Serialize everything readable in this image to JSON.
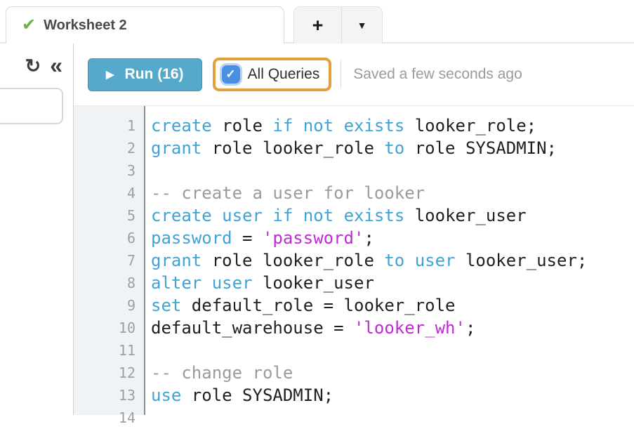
{
  "tab_bar": {
    "worksheet_tab": {
      "label": "Worksheet 2"
    },
    "new_tab_label": "+",
    "tab_menu_label": "▼"
  },
  "icons": {
    "tab_check": "✔",
    "run_play": "▶",
    "checkbox_check": "✓",
    "refresh": "↻",
    "collapse": "«"
  },
  "toolbar": {
    "run_label": "Run (16)",
    "all_queries_label": "All Queries",
    "all_queries_checked": true,
    "saved_status": "Saved a few seconds ago"
  },
  "colors": {
    "run_button": "#56A9CB",
    "run_button_border": "#4792B3",
    "annotation_orange": "#E2A23B",
    "checkbox_blue": "#4A90E2",
    "tab_check_green": "#6FAE47",
    "keyword": "#3FA3D6",
    "string": "#BE2BD2",
    "comment": "#9B9B9B",
    "code_text": "#1F1F1F",
    "gutter_bg": "#EFF3F6",
    "line_number": "#9AA1A6"
  },
  "editor": {
    "lines": [
      {
        "num": "1",
        "tokens": [
          [
            "kw",
            "create"
          ],
          [
            "def",
            " role "
          ],
          [
            "kw",
            "if"
          ],
          [
            "def",
            " "
          ],
          [
            "kw",
            "not"
          ],
          [
            "def",
            " "
          ],
          [
            "kw",
            "exists"
          ],
          [
            "def",
            " looker_role;"
          ]
        ]
      },
      {
        "num": "2",
        "tokens": [
          [
            "kw",
            "grant"
          ],
          [
            "def",
            " role looker_role "
          ],
          [
            "kw",
            "to"
          ],
          [
            "def",
            " role SYSADMIN;"
          ]
        ]
      },
      {
        "num": "3",
        "tokens": []
      },
      {
        "num": "4",
        "tokens": [
          [
            "com",
            "-- create a user for looker"
          ]
        ]
      },
      {
        "num": "5",
        "tokens": [
          [
            "kw",
            "create"
          ],
          [
            "def",
            " "
          ],
          [
            "kw",
            "user"
          ],
          [
            "def",
            " "
          ],
          [
            "kw",
            "if"
          ],
          [
            "def",
            " "
          ],
          [
            "kw",
            "not"
          ],
          [
            "def",
            " "
          ],
          [
            "kw",
            "exists"
          ],
          [
            "def",
            " looker_user"
          ]
        ]
      },
      {
        "num": "6",
        "tokens": [
          [
            "kw",
            "password"
          ],
          [
            "def",
            " = "
          ],
          [
            "str",
            "'password'"
          ],
          [
            "def",
            ";"
          ]
        ]
      },
      {
        "num": "7",
        "tokens": [
          [
            "kw",
            "grant"
          ],
          [
            "def",
            " role looker_role "
          ],
          [
            "kw",
            "to"
          ],
          [
            "def",
            " "
          ],
          [
            "kw",
            "user"
          ],
          [
            "def",
            " looker_user;"
          ]
        ]
      },
      {
        "num": "8",
        "tokens": [
          [
            "kw",
            "alter"
          ],
          [
            "def",
            " "
          ],
          [
            "kw",
            "user"
          ],
          [
            "def",
            " looker_user"
          ]
        ]
      },
      {
        "num": "9",
        "tokens": [
          [
            "kw",
            "set"
          ],
          [
            "def",
            " default_role = looker_role"
          ]
        ]
      },
      {
        "num": "10",
        "tokens": [
          [
            "def",
            "default_warehouse = "
          ],
          [
            "str",
            "'looker_wh'"
          ],
          [
            "def",
            ";"
          ]
        ]
      },
      {
        "num": "11",
        "tokens": []
      },
      {
        "num": "12",
        "tokens": [
          [
            "com",
            "-- change role"
          ]
        ]
      },
      {
        "num": "13",
        "tokens": [
          [
            "kw",
            "use"
          ],
          [
            "def",
            " role SYSADMIN;"
          ]
        ]
      },
      {
        "num": "14",
        "tokens": []
      }
    ]
  }
}
